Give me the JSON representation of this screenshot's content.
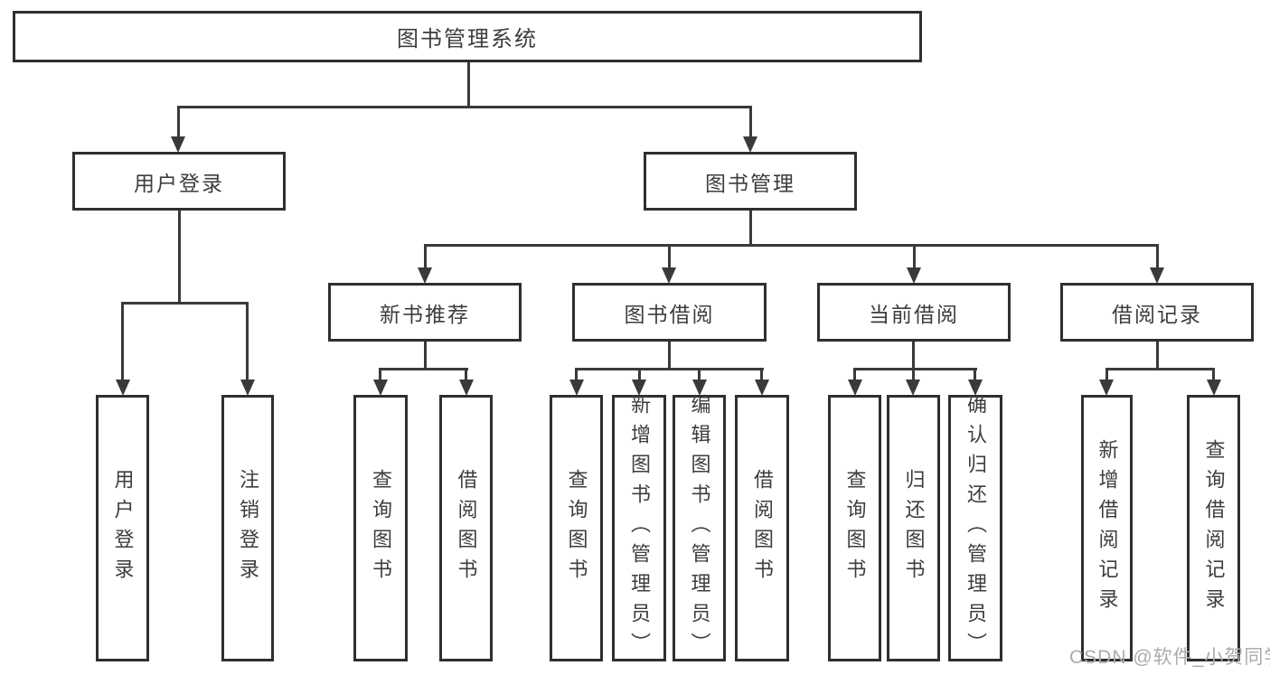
{
  "tree": {
    "root": "图书管理系统",
    "branches": [
      {
        "label": "用户登录",
        "leaves": [
          "用户登录",
          "注销登录"
        ]
      },
      {
        "label": "图书管理",
        "sections": [
          {
            "label": "新书推荐",
            "leaves": [
              "查询图书",
              "借阅图书"
            ]
          },
          {
            "label": "图书借阅",
            "leaves": [
              "查询图书",
              "新增图书（管理员）",
              "编辑图书（管理员）",
              "借阅图书"
            ]
          },
          {
            "label": "当前借阅",
            "leaves": [
              "查询图书",
              "归还图书",
              "确认归还（管理员）"
            ]
          },
          {
            "label": "借阅记录",
            "leaves": [
              "新增借阅记录",
              "查询借阅记录"
            ]
          }
        ]
      }
    ]
  },
  "watermark": "CSDN @软件_小贺同学",
  "colors": {
    "line": "#3a3a3a",
    "box_border": "#2f2f2f",
    "text": "#3d3d3d",
    "watermark": "#ababab",
    "background": "#ffffff"
  }
}
